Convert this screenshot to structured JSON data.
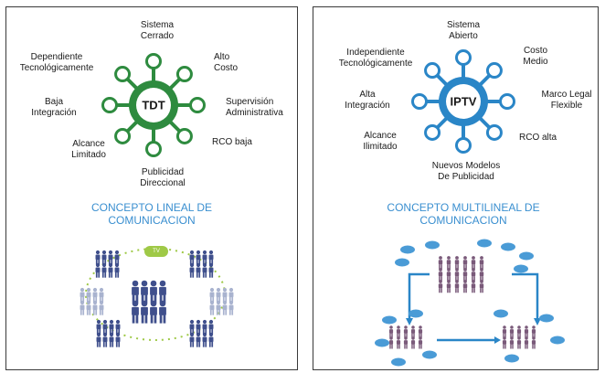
{
  "colors": {
    "tdt_hub": "#2e8b3f",
    "iptv_hub": "#2a86c7",
    "concept_text": "#3a8fd0",
    "people": "#3f4f8c",
    "people_light": "#a9b3cf"
  },
  "tdt": {
    "hub": "TDT",
    "labels": {
      "top": "Sistema\nCerrado",
      "top_left": "Dependiente\nTecnológicamente",
      "top_right": "Alto\nCosto",
      "left": "Baja\nIntegración",
      "right": "Supervisión\nAdministrativa",
      "bottom_left": "Alcance\nLimitado",
      "bottom_right": "RCO baja",
      "bottom": "Publicidad\nDireccional"
    },
    "concept": "CONCEPTO LINEAL DE\nCOMUNICACION",
    "tv_badge": "TV"
  },
  "iptv": {
    "hub": "IPTV",
    "labels": {
      "top": "Sistema\nAbierto",
      "top_left": "Independiente\nTecnológicamente",
      "top_right": "Costo\nMedio",
      "left": "Alta\nIntegración",
      "right": "Marco Legal\nFlexible",
      "bottom_left": "Alcance\nIlimitado",
      "bottom_right": "RCO alta",
      "bottom": "Nuevos Modelos\nDe Publicidad"
    },
    "concept": "CONCEPTO MULTILINEAL DE\nCOMUNICACION"
  }
}
